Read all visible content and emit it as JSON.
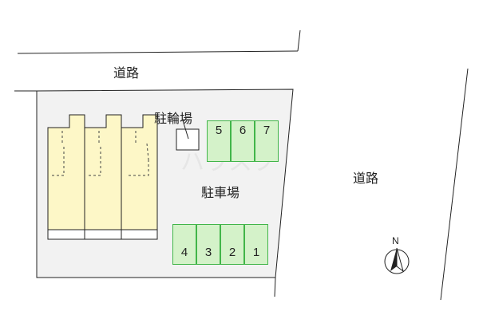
{
  "roads": {
    "top_label": "道路",
    "right_label": "道路"
  },
  "bicycle_parking": {
    "label": "駐輪場"
  },
  "parking_lot": {
    "label": "駐車場",
    "upper_row": [
      "5",
      "6",
      "7"
    ],
    "lower_row": [
      "4",
      "3",
      "2",
      "1"
    ],
    "space_fill": "#d4f2c9",
    "space_stroke": "#41b549"
  },
  "building": {
    "fill": "#fdf7c7"
  },
  "site": {
    "fill": "#f2f2f2"
  },
  "compass": {
    "label": "N"
  },
  "watermark": {
    "text": "ハウスプ"
  }
}
